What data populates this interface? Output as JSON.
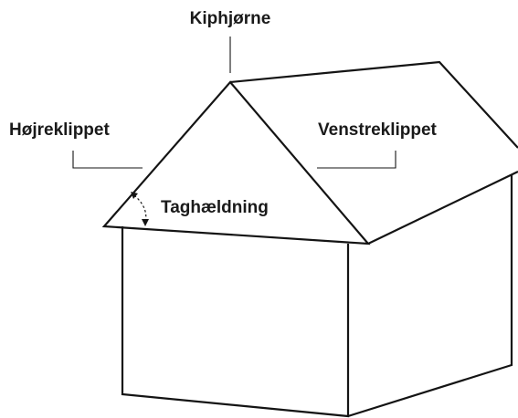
{
  "labels": {
    "ridge": "Kiphjørne",
    "right_verge": "Højreklippet",
    "left_verge": "Venstreklippet",
    "roof_pitch": "Taghældning"
  },
  "colors": {
    "line": "#141414",
    "text": "#1a1a1a",
    "background": "#ffffff"
  }
}
